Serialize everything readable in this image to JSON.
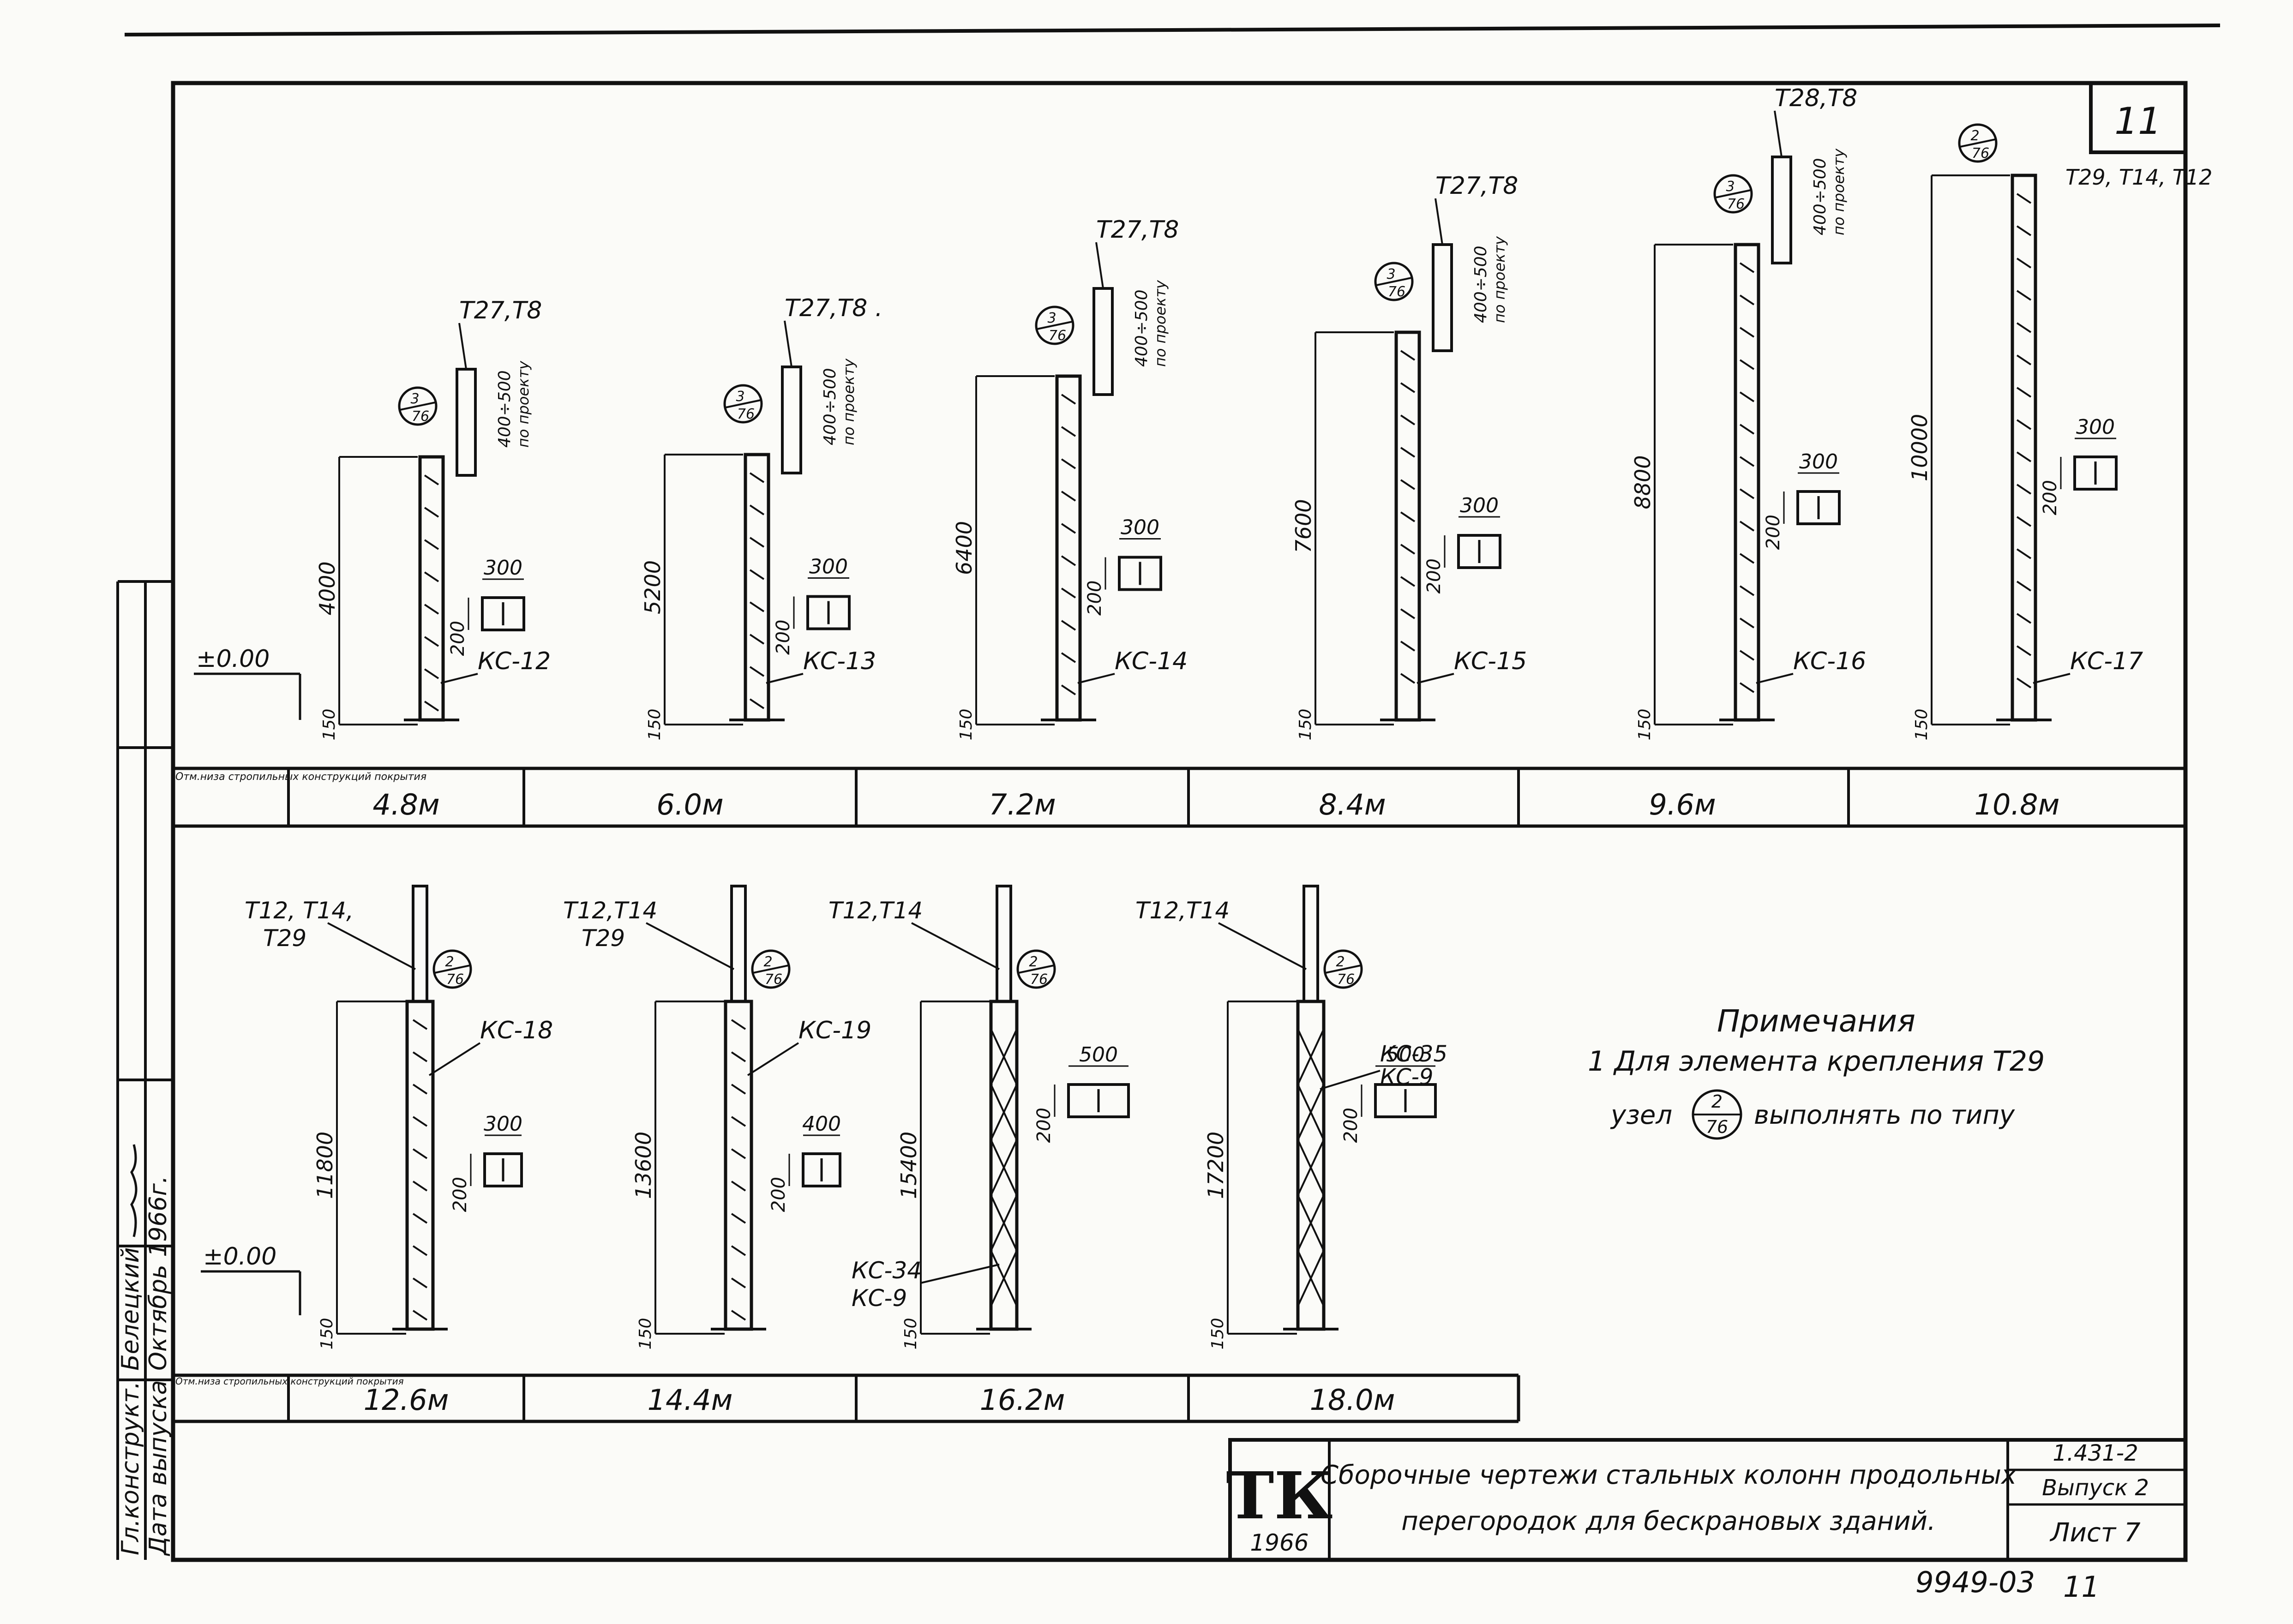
{
  "page_number": "11",
  "row1": {
    "span_header": "Отм.низа стропильных конструкций покрытия",
    "columns": [
      {
        "span": "4.8м",
        "mark": "КС-12",
        "height": "4000",
        "base": "150",
        "attach": "Т27,Т8",
        "node_num": "3",
        "node_den": "76",
        "dim_up": "400÷500",
        "dim_up_note": "по проекту",
        "sec_w": "300",
        "sec_h": "200"
      },
      {
        "span": "6.0м",
        "mark": "КС-13",
        "height": "5200",
        "base": "150",
        "attach": "Т27,Т8 .",
        "node_num": "3",
        "node_den": "76",
        "dim_up": "400÷500",
        "dim_up_note": "по проекту",
        "sec_w": "300",
        "sec_h": "200"
      },
      {
        "span": "7.2м",
        "mark": "КС-14",
        "height": "6400",
        "base": "150",
        "attach": "Т27,Т8",
        "node_num": "3",
        "node_den": "76",
        "dim_up": "400÷500",
        "dim_up_note": "по проекту",
        "sec_w": "300",
        "sec_h": "200"
      },
      {
        "span": "8.4м",
        "mark": "КС-15",
        "height": "7600",
        "base": "150",
        "attach": "Т27,Т8",
        "node_num": "3",
        "node_den": "76",
        "dim_up": "400÷500",
        "dim_up_note": "по проекту",
        "sec_w": "300",
        "sec_h": "200"
      },
      {
        "span": "9.6м",
        "mark": "КС-16",
        "height": "8800",
        "base": "150",
        "attach": "Т28,Т8",
        "node_num": "3",
        "node_den": "76",
        "dim_up": "400÷500",
        "dim_up_note": "по проекту",
        "sec_w": "300",
        "sec_h": "200"
      },
      {
        "span": "10.8м",
        "mark": "КС-17",
        "height": "10000",
        "base": "150",
        "attach": "Т29, Т14, Т12",
        "node_num": "2",
        "node_den": "76",
        "sec_w": "300",
        "sec_h": "200"
      }
    ],
    "level": "±0.00"
  },
  "row2": {
    "span_header": "Отм.низа стропильных конструкций покрытия",
    "columns": [
      {
        "span": "12.6м",
        "mark": "КС-18",
        "height": "11800",
        "base": "150",
        "attach1": "Т12, Т14,",
        "attach2": "Т29",
        "node_num": "2",
        "node_den": "76",
        "sec_w": "300",
        "sec_h": "200"
      },
      {
        "span": "14.4м",
        "mark": "КС-19",
        "height": "13600",
        "base": "150",
        "attach1": "Т12,Т14",
        "attach2": "Т29",
        "node_num": "2",
        "node_den": "76",
        "sec_w": "400",
        "sec_h": "200"
      },
      {
        "span": "16.2м",
        "mark1": "КС-34",
        "mark2": "КС-9",
        "height": "15400",
        "base": "150",
        "attach1": "Т12,Т14",
        "node_num": "2",
        "node_den": "76",
        "sec_w": "500",
        "sec_h": "200"
      },
      {
        "span": "18.0м",
        "mark1": "КС-35",
        "mark2": "КС-9",
        "height": "17200",
        "base": "150",
        "attach1": "Т12,Т14",
        "node_num": "2",
        "node_den": "76",
        "sec_w": "500",
        "sec_h": "200"
      }
    ],
    "level": "±0.00"
  },
  "notes": {
    "heading": "Примечания",
    "line1": "1 Для элемента крепления Т29",
    "line2a": "узел",
    "line2b": "выполнять по типу",
    "node_num": "2",
    "node_den": "76"
  },
  "side_stamp": {
    "designer_role": "Гл.конструкт.",
    "designer_name": "Белецкий",
    "date_label": "Дата выпуска",
    "date_value": "Октябрь 1966г."
  },
  "title_block": {
    "logo": "ТК",
    "logo_year": "1966",
    "title_line1": "Сборочные чертежи стальных колонн продольных",
    "title_line2": "перегородок для бескрановых зданий.",
    "series": "1.431-2",
    "issue": "Выпуск 2",
    "sheet": "Лист 7",
    "footer_code": "9949-03",
    "footer_num": "11"
  }
}
